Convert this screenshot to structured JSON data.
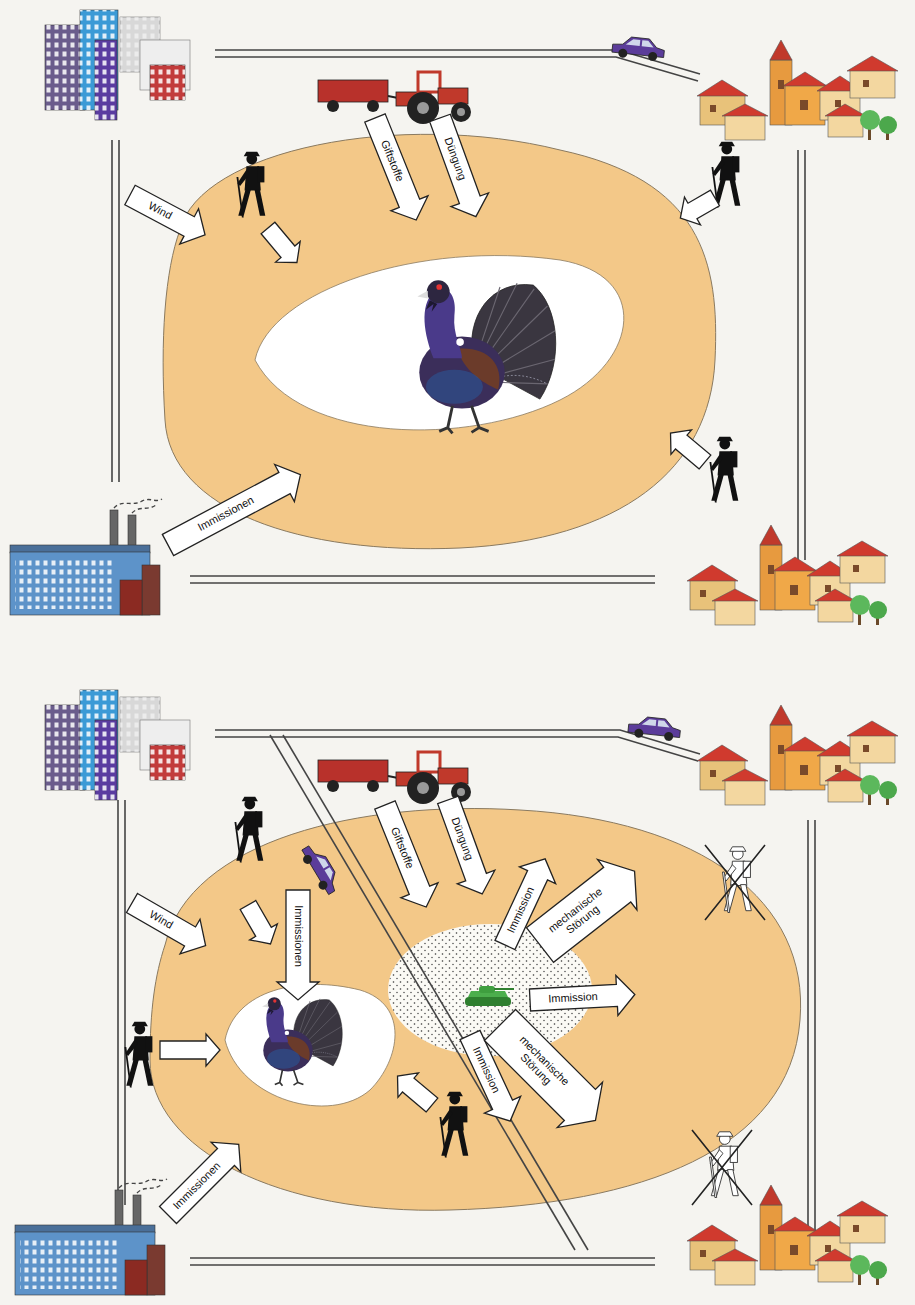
{
  "diagram": {
    "labels": [
      "Wind",
      "Giftstoffe",
      "Düngung",
      "Immissionen",
      "Wind",
      "Immissionen",
      "Giftstoffe",
      "Düngung",
      "Immission",
      "mechanische Störung",
      "Immission",
      "Immission",
      "mechanische Störung",
      "Immissionen"
    ]
  }
}
